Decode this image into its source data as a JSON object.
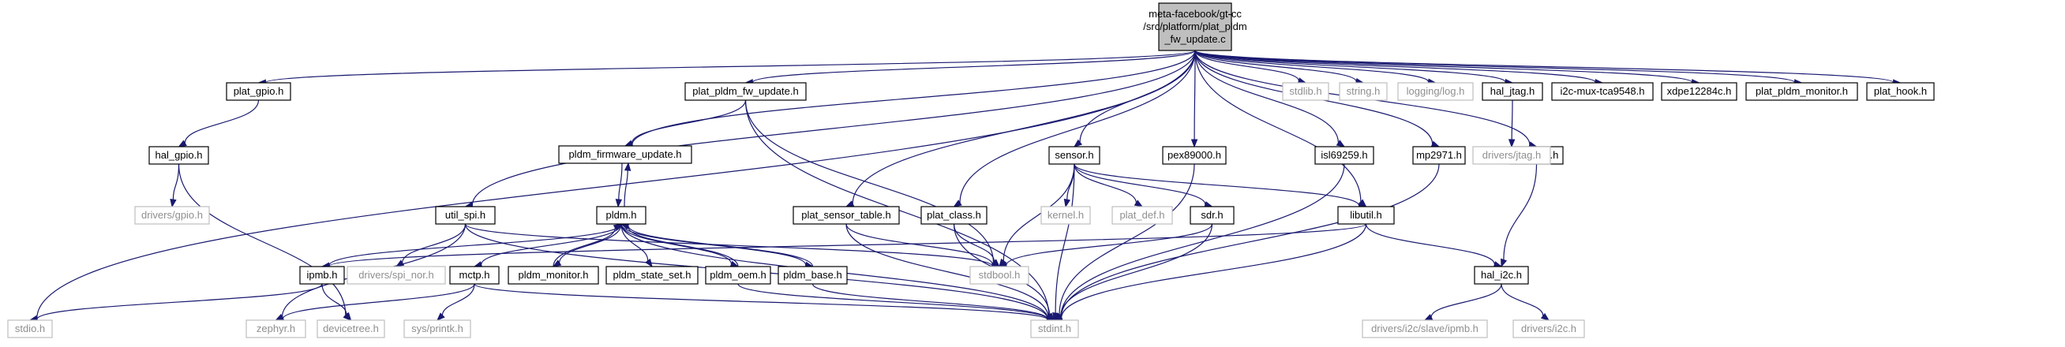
{
  "diagram": {
    "kind": "doxygen-include-dependency-graph",
    "colors": {
      "root_fill": "#bfbfbf",
      "documented_fill": "#ffffff",
      "documented_border": "#000000",
      "external_border": "#bfbfbf",
      "external_text": "#8f8f8f",
      "text": "#000000",
      "edge": "#191970"
    },
    "nodes": [
      {
        "id": "root",
        "lines": [
          "meta-facebook/gt-cc",
          "/src/platform/plat_pldm",
          "_fw_update.c"
        ],
        "style": "root"
      },
      {
        "id": "plat_gpio",
        "lines": [
          "plat_gpio.h"
        ],
        "style": "doc"
      },
      {
        "id": "hal_gpio",
        "lines": [
          "hal_gpio.h"
        ],
        "style": "doc"
      },
      {
        "id": "drivers_gpio",
        "lines": [
          "drivers/gpio.h"
        ],
        "style": "ext"
      },
      {
        "id": "plat_pldm_fw_update",
        "lines": [
          "plat_pldm_fw_update.h"
        ],
        "style": "doc"
      },
      {
        "id": "pldm_firmware_update",
        "lines": [
          "pldm_firmware_update.h"
        ],
        "style": "doc"
      },
      {
        "id": "util_spi",
        "lines": [
          "util_spi.h"
        ],
        "style": "doc"
      },
      {
        "id": "pldm",
        "lines": [
          "pldm.h"
        ],
        "style": "doc"
      },
      {
        "id": "plat_sensor_table",
        "lines": [
          "plat_sensor_table.h"
        ],
        "style": "doc"
      },
      {
        "id": "plat_class",
        "lines": [
          "plat_class.h"
        ],
        "style": "doc"
      },
      {
        "id": "sensor",
        "lines": [
          "sensor.h"
        ],
        "style": "doc"
      },
      {
        "id": "pex89000",
        "lines": [
          "pex89000.h"
        ],
        "style": "doc"
      },
      {
        "id": "isl69259",
        "lines": [
          "isl69259.h"
        ],
        "style": "doc"
      },
      {
        "id": "mp2971",
        "lines": [
          "mp2971.h"
        ],
        "style": "doc"
      },
      {
        "id": "plat_i2c",
        "lines": [
          "plat_i2c.h"
        ],
        "style": "doc"
      },
      {
        "id": "stdlib",
        "lines": [
          "stdlib.h"
        ],
        "style": "ext"
      },
      {
        "id": "string",
        "lines": [
          "string.h"
        ],
        "style": "ext"
      },
      {
        "id": "logging_log",
        "lines": [
          "logging/log.h"
        ],
        "style": "ext"
      },
      {
        "id": "hal_jtag",
        "lines": [
          "hal_jtag.h"
        ],
        "style": "doc"
      },
      {
        "id": "drivers_jtag",
        "lines": [
          "drivers/jtag.h"
        ],
        "style": "ext"
      },
      {
        "id": "i2c_mux",
        "lines": [
          "i2c-mux-tca9548.h"
        ],
        "style": "doc"
      },
      {
        "id": "xdpe12284c",
        "lines": [
          "xdpe12284c.h"
        ],
        "style": "doc"
      },
      {
        "id": "plat_pldm_monitor",
        "lines": [
          "plat_pldm_monitor.h"
        ],
        "style": "doc"
      },
      {
        "id": "plat_hook",
        "lines": [
          "plat_hook.h"
        ],
        "style": "doc"
      },
      {
        "id": "kernel",
        "lines": [
          "kernel.h"
        ],
        "style": "ext"
      },
      {
        "id": "plat_def",
        "lines": [
          "plat_def.h"
        ],
        "style": "ext"
      },
      {
        "id": "sdr",
        "lines": [
          "sdr.h"
        ],
        "style": "doc"
      },
      {
        "id": "libutil",
        "lines": [
          "libutil.h"
        ],
        "style": "doc"
      },
      {
        "id": "drivers_spi_nor",
        "lines": [
          "drivers/spi_nor.h"
        ],
        "style": "ext"
      },
      {
        "id": "ipmb",
        "lines": [
          "ipmb.h"
        ],
        "style": "doc"
      },
      {
        "id": "mctp",
        "lines": [
          "mctp.h"
        ],
        "style": "doc"
      },
      {
        "id": "pldm_monitor",
        "lines": [
          "pldm_monitor.h"
        ],
        "style": "doc"
      },
      {
        "id": "pldm_state_set",
        "lines": [
          "pldm_state_set.h"
        ],
        "style": "doc"
      },
      {
        "id": "pldm_oem",
        "lines": [
          "pldm_oem.h"
        ],
        "style": "doc"
      },
      {
        "id": "pldm_base",
        "lines": [
          "pldm_base.h"
        ],
        "style": "doc"
      },
      {
        "id": "stdbool",
        "lines": [
          "stdbool.h"
        ],
        "style": "ext"
      },
      {
        "id": "hal_i2c",
        "lines": [
          "hal_i2c.h"
        ],
        "style": "doc"
      },
      {
        "id": "stdio",
        "lines": [
          "stdio.h"
        ],
        "style": "ext"
      },
      {
        "id": "devicetree",
        "lines": [
          "devicetree.h"
        ],
        "style": "ext"
      },
      {
        "id": "zephyr",
        "lines": [
          "zephyr.h"
        ],
        "style": "ext"
      },
      {
        "id": "sys_printk",
        "lines": [
          "sys/printk.h"
        ],
        "style": "ext"
      },
      {
        "id": "stdint",
        "lines": [
          "stdint.h"
        ],
        "style": "ext"
      },
      {
        "id": "drivers_i2c_slave_ipmb",
        "lines": [
          "drivers/i2c/slave/ipmb.h"
        ],
        "style": "ext"
      },
      {
        "id": "drivers_i2c",
        "lines": [
          "drivers/i2c.h"
        ],
        "style": "ext"
      }
    ],
    "edges": [
      [
        "root",
        "stdio"
      ],
      [
        "root",
        "plat_gpio"
      ],
      [
        "root",
        "util_spi"
      ],
      [
        "root",
        "pldm_firmware_update"
      ],
      [
        "root",
        "plat_pldm_fw_update"
      ],
      [
        "root",
        "plat_sensor_table"
      ],
      [
        "root",
        "plat_class"
      ],
      [
        "root",
        "sensor"
      ],
      [
        "root",
        "pex89000"
      ],
      [
        "root",
        "libutil"
      ],
      [
        "root",
        "isl69259"
      ],
      [
        "root",
        "mp2971"
      ],
      [
        "root",
        "plat_i2c"
      ],
      [
        "root",
        "stdlib"
      ],
      [
        "root",
        "string"
      ],
      [
        "root",
        "logging_log"
      ],
      [
        "root",
        "hal_jtag"
      ],
      [
        "root",
        "i2c_mux"
      ],
      [
        "root",
        "xdpe12284c"
      ],
      [
        "root",
        "plat_pldm_monitor"
      ],
      [
        "root",
        "plat_hook"
      ],
      [
        "plat_gpio",
        "hal_gpio"
      ],
      [
        "hal_gpio",
        "drivers_gpio"
      ],
      [
        "hal_gpio",
        "devicetree"
      ],
      [
        "plat_pldm_fw_update",
        "pldm_firmware_update"
      ],
      [
        "plat_pldm_fw_update",
        "stdbool"
      ],
      [
        "plat_pldm_fw_update",
        "stdint"
      ],
      [
        "pldm_firmware_update",
        "pldm"
      ],
      [
        "pldm",
        "pldm_firmware_update"
      ],
      [
        "util_spi",
        "drivers_spi_nor"
      ],
      [
        "util_spi",
        "zephyr"
      ],
      [
        "util_spi",
        "stdint"
      ],
      [
        "util_spi",
        "stdbool"
      ],
      [
        "pldm",
        "ipmb"
      ],
      [
        "pldm",
        "mctp"
      ],
      [
        "pldm",
        "pldm_monitor"
      ],
      [
        "pldm",
        "pldm_state_set"
      ],
      [
        "pldm",
        "pldm_oem"
      ],
      [
        "pldm",
        "pldm_base"
      ],
      [
        "pldm",
        "stdint"
      ],
      [
        "pldm_monitor",
        "pldm"
      ],
      [
        "pldm_oem",
        "pldm"
      ],
      [
        "pldm_base",
        "pldm"
      ],
      [
        "pldm_oem",
        "stdint"
      ],
      [
        "pldm_base",
        "stdint"
      ],
      [
        "mctp",
        "zephyr"
      ],
      [
        "mctp",
        "sys_printk"
      ],
      [
        "mctp",
        "stdint"
      ],
      [
        "ipmb",
        "stdio"
      ],
      [
        "ipmb",
        "devicetree"
      ],
      [
        "plat_sensor_table",
        "stdbool"
      ],
      [
        "plat_sensor_table",
        "stdint"
      ],
      [
        "plat_class",
        "stdbool"
      ],
      [
        "plat_class",
        "stdint"
      ],
      [
        "sensor",
        "kernel"
      ],
      [
        "sensor",
        "plat_def"
      ],
      [
        "sensor",
        "sdr"
      ],
      [
        "sensor",
        "libutil"
      ],
      [
        "sensor",
        "stdbool"
      ],
      [
        "sensor",
        "stdint"
      ],
      [
        "sdr",
        "stdbool"
      ],
      [
        "sdr",
        "stdint"
      ],
      [
        "pex89000",
        "stdint"
      ],
      [
        "isl69259",
        "stdint"
      ],
      [
        "mp2971",
        "stdint"
      ],
      [
        "libutil",
        "ipmb"
      ],
      [
        "libutil",
        "hal_i2c"
      ],
      [
        "libutil",
        "stdint"
      ],
      [
        "plat_i2c",
        "hal_i2c"
      ],
      [
        "hal_i2c",
        "drivers_i2c_slave_ipmb"
      ],
      [
        "hal_i2c",
        "drivers_i2c"
      ],
      [
        "hal_jtag",
        "drivers_jtag"
      ]
    ]
  }
}
